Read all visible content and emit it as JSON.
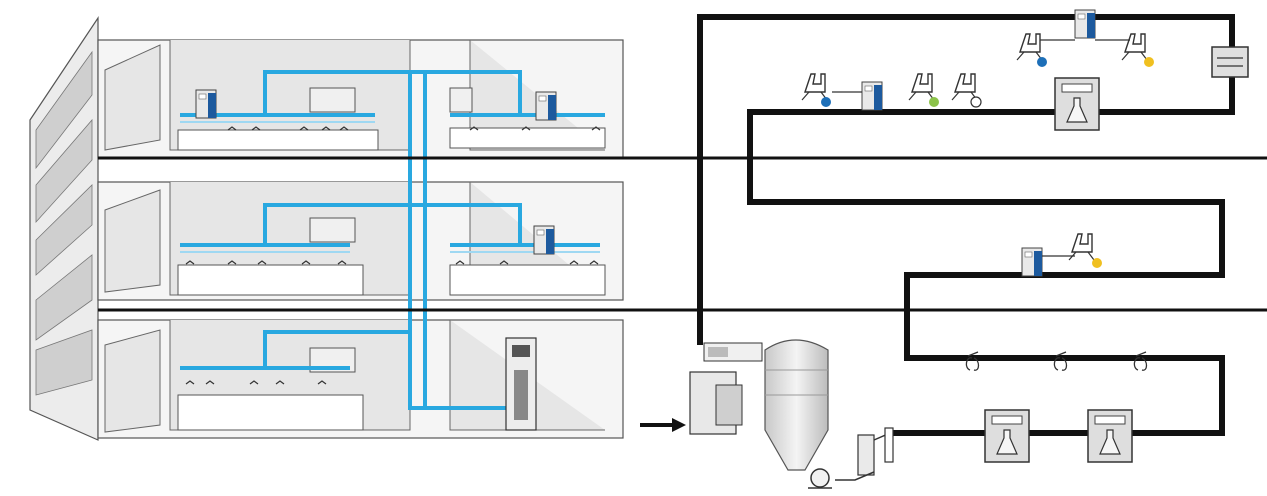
{
  "building": {
    "floors": [
      {
        "id": "top",
        "label": ""
      },
      {
        "id": "middle",
        "label": ""
      },
      {
        "id": "bottom",
        "label": ""
      }
    ],
    "colors": {
      "pipe": "#29a8e0",
      "wall": "#f2f2f2",
      "outline": "#333333"
    }
  },
  "network": {
    "colors": {
      "line": "#111111",
      "unit_blue": "#1d5a9e",
      "dot_blue": "#1d6fb8",
      "dot_yellow": "#f0c020",
      "dot_green": "#8cc34a"
    }
  }
}
